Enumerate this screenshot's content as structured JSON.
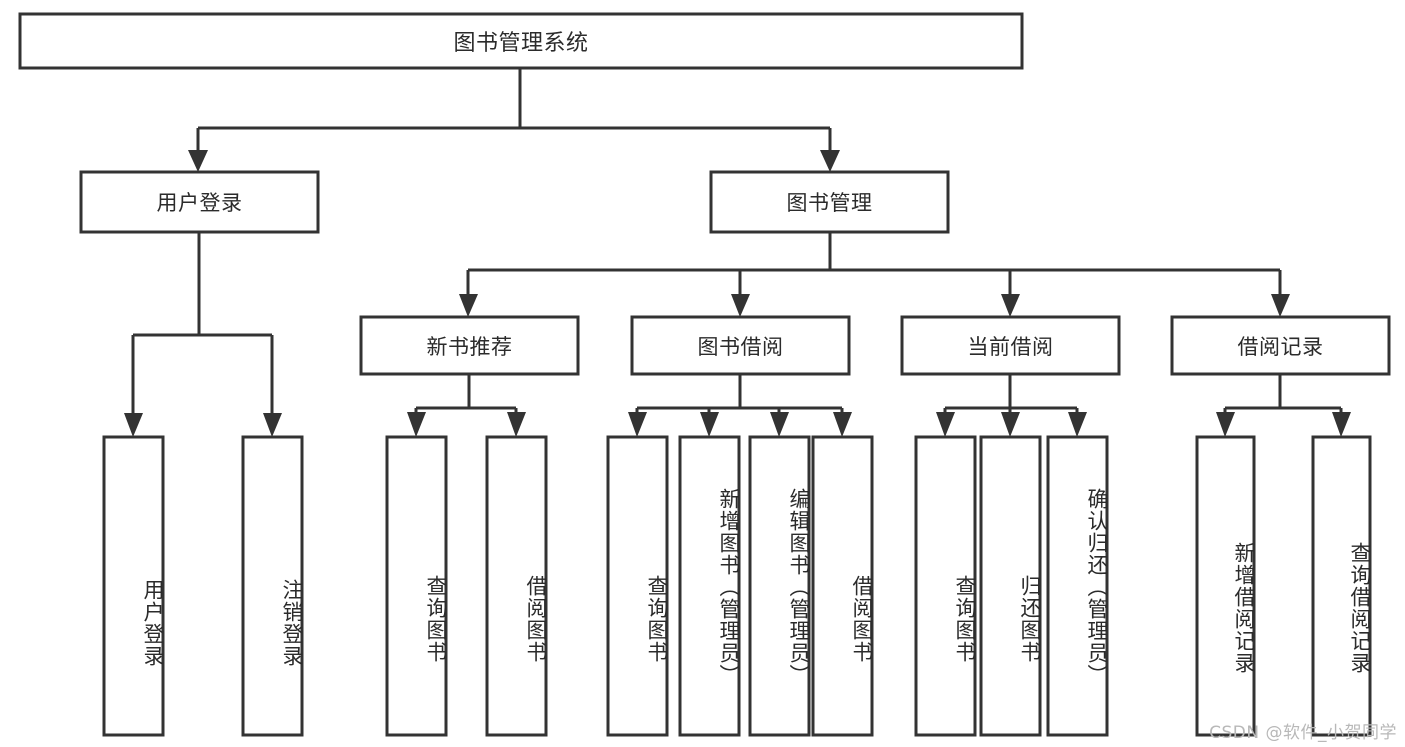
{
  "diagram": {
    "title": "图书管理系统",
    "type": "tree-hierarchy-chart",
    "colors": {
      "box_stroke": "#333333",
      "box_fill": "#ffffff",
      "text": "#2b2b2b",
      "background": "#ffffff",
      "watermark": "#b8b8b8"
    },
    "root": {
      "label": "图书管理系统"
    },
    "level2": [
      {
        "label": "用户登录"
      },
      {
        "label": "图书管理"
      }
    ],
    "level3": [
      {
        "label": "新书推荐"
      },
      {
        "label": "图书借阅"
      },
      {
        "label": "当前借阅"
      },
      {
        "label": "借阅记录"
      }
    ],
    "leaves": {
      "user_login": [
        {
          "label": "用户登录"
        },
        {
          "label": "注销登录"
        }
      ],
      "new_book_recommend": [
        {
          "label": "查询图书"
        },
        {
          "label": "借阅图书"
        }
      ],
      "book_borrow": [
        {
          "label": "查询图书"
        },
        {
          "label": "新增图书（管理员）"
        },
        {
          "label": "编辑图书（管理员）"
        },
        {
          "label": "借阅图书"
        }
      ],
      "current_borrow": [
        {
          "label": "查询图书"
        },
        {
          "label": "归还图书"
        },
        {
          "label": "确认归还（管理员）"
        }
      ],
      "borrow_record": [
        {
          "label": "新增借阅记录"
        },
        {
          "label": "查询借阅记录"
        }
      ]
    },
    "watermark": "CSDN @软件_小贺同学"
  }
}
